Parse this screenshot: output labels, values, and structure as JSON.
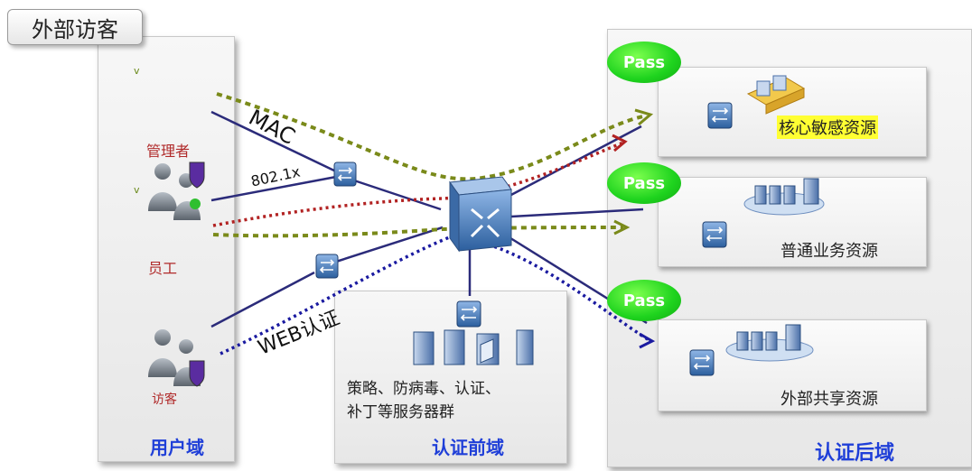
{
  "corner_tag": "外部访客",
  "zones": {
    "user_domain": "用户域",
    "auth_front": "认证前域",
    "auth_back": "认证后域"
  },
  "users": {
    "admin": "管理者",
    "employee": "员工",
    "visitor": "访客",
    "bullets": [
      "v",
      "v"
    ]
  },
  "auth_methods": {
    "mac": "MAC",
    "dot1x": "802.1x",
    "web": "WEB认证"
  },
  "front_domain_text": [
    "策略、防病毒、认证、",
    "补丁等服务器群"
  ],
  "resources": [
    {
      "label": "核心敏感资源",
      "pass": "Pass",
      "highlight": "#ffff33"
    },
    {
      "label": "普通业务资源",
      "pass": "Pass"
    },
    {
      "label": "外部共享资源",
      "pass": "Pass"
    }
  ],
  "colors": {
    "zone_label": "#1f3fd8",
    "pass_green": "#1ed31e",
    "line_navy": "#2b2b7a",
    "dotted_olive": "#7a8a1a",
    "dotted_red": "#b22222",
    "dotted_blue": "#1a1aa0",
    "admin_red": "#b02a2a"
  }
}
